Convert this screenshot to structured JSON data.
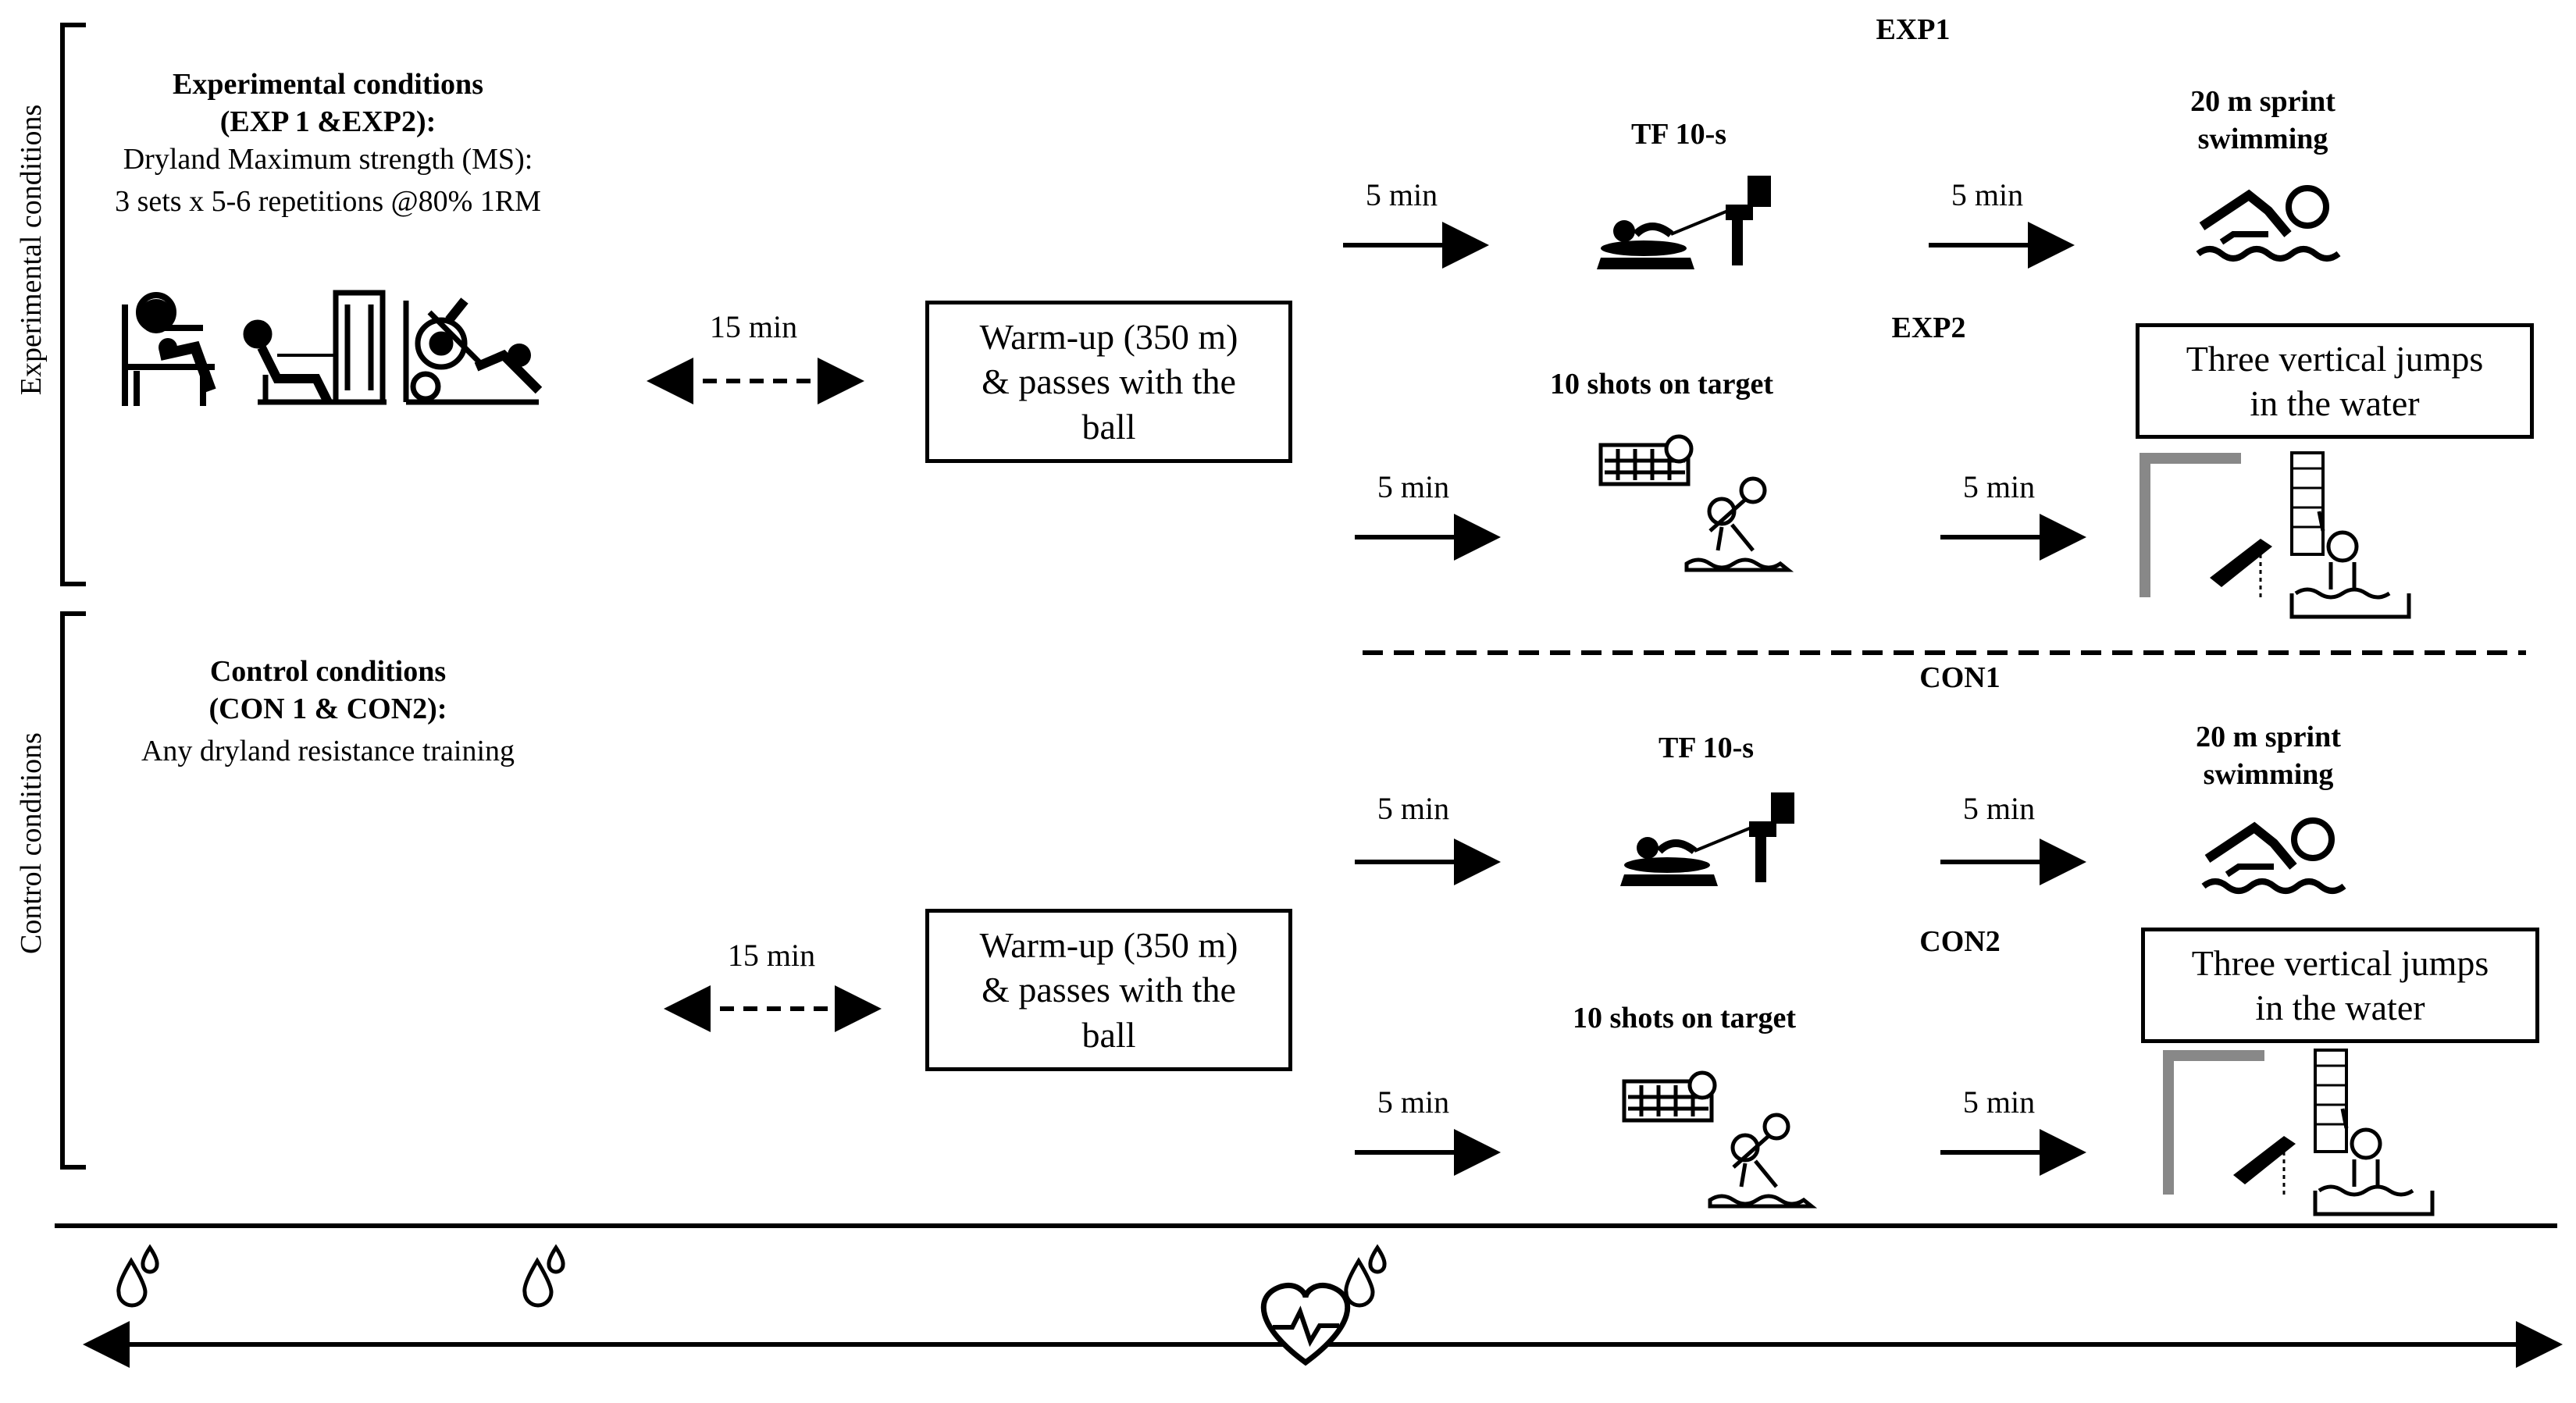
{
  "side_labels": {
    "experimental": "Experimental conditions",
    "control": "Control conditions"
  },
  "experimental_block": {
    "title_line1": "Experimental conditions",
    "title_line2": "(EXP 1 &EXP2):",
    "line3": "Dryland Maximum strength (MS):",
    "line4": "3 sets x 5-6 repetitions @80% 1RM",
    "rest": "15 min",
    "warmup": [
      "Warm-up (350 m)",
      "& passes with the",
      "ball"
    ]
  },
  "control_block": {
    "title_line1": "Control conditions",
    "title_line2": "(CON 1 & CON2):",
    "line3": "Any dryland resistance training",
    "rest": "15 min",
    "warmup": [
      "Warm-up (350 m)",
      "& passes with the",
      "ball"
    ]
  },
  "groups": {
    "exp1": "EXP1",
    "exp2": "EXP2",
    "con1": "CON1",
    "con2": "CON2"
  },
  "tests": {
    "tf": "TF 10-s",
    "sprint_line1": "20 m sprint",
    "sprint_line2": "swimming",
    "shots": "10 shots on target",
    "jumps": [
      "Three vertical jumps",
      "in the water"
    ]
  },
  "intervals": {
    "five_min": "5 min"
  },
  "icons": [
    "bench-press-icon",
    "seated-row-icon",
    "leg-press-icon",
    "tethered-force-icon",
    "swimmer-icon",
    "water-polo-shot-icon",
    "vertical-jump-icon",
    "sweat-drops-icon",
    "heart-rate-icon"
  ],
  "colors": {
    "ink": "#000000",
    "background": "#ffffff",
    "water": "#333333"
  }
}
